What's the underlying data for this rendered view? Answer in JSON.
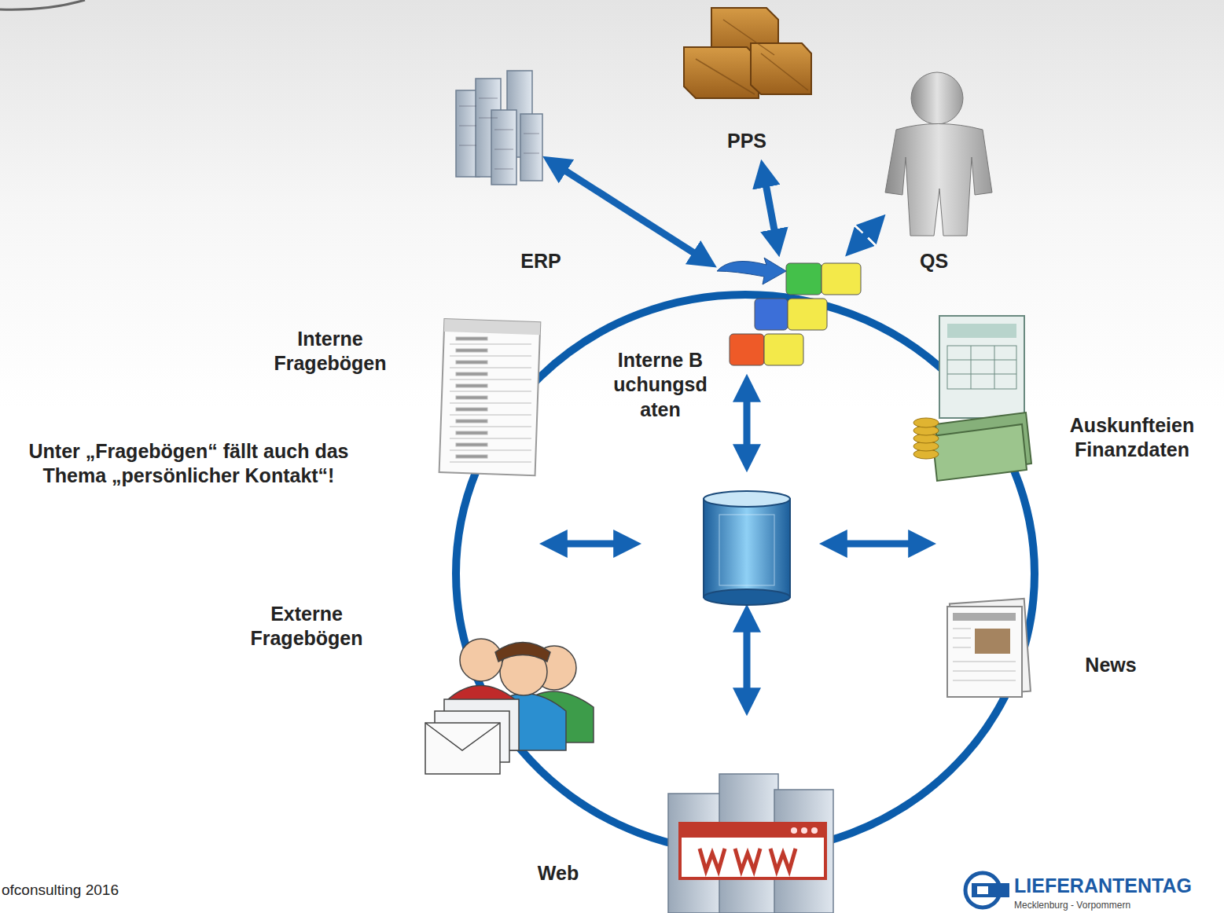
{
  "diagram": {
    "nodes": [
      {
        "text": [
          "PPS"
        ]
      },
      {
        "text": [
          "ERP"
        ]
      },
      {
        "text": [
          "QS"
        ]
      },
      {
        "text": [
          "Interne Fragebögen"
        ]
      },
      {
        "text": [
          "Interne Buchungsdaten"
        ]
      },
      {
        "text": [
          "Auskunfteien Finanzdaten"
        ]
      },
      {
        "text": [
          "Externe Fragebögen"
        ]
      },
      {
        "text": [
          "News"
        ]
      },
      {
        "text": [
          "Web"
        ]
      }
    ],
    "edges": [
      {
        "from": 1,
        "to": 4,
        "arrow": "both"
      },
      {
        "from": 0,
        "to": 4,
        "arrow": "both"
      },
      {
        "from": 2,
        "to": 4,
        "arrow": "both"
      }
    ],
    "labels": [
      "Unter „Fragebögen“ fällt auch das Thema „persönlicher Kontakt“!",
      "ofconsulting 2016",
      "LIEFERANTENTAG",
      "Mecklenburg - Vorpommern"
    ]
  }
}
